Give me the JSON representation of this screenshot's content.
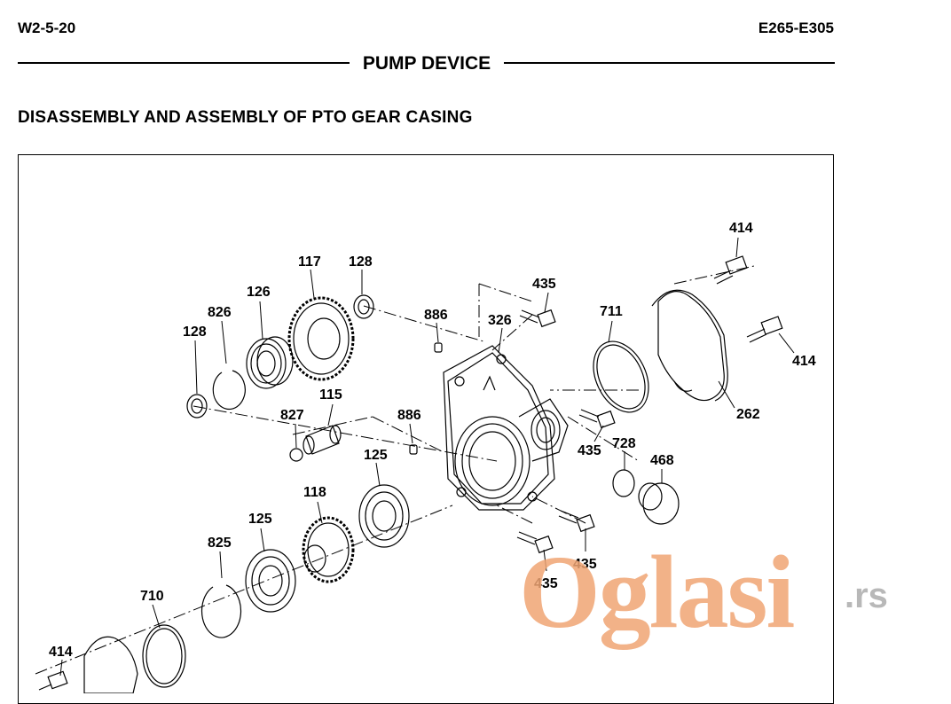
{
  "header": {
    "page_code": "W2-5-20",
    "model": "E265-E305"
  },
  "section_title": "PUMP DEVICE",
  "page_title": "DISASSEMBLY AND ASSEMBLY OF PTO GEAR CASING",
  "diagram": {
    "labels": {
      "l414a": "414",
      "l435a": "435",
      "l886a": "886",
      "l326": "326",
      "l711": "711",
      "l414b": "414",
      "l262": "262",
      "l117": "117",
      "l128a": "128",
      "l126": "126",
      "l826": "826",
      "l128b": "128",
      "l115": "115",
      "l827": "827",
      "l886b": "886",
      "l435b": "435",
      "l728": "728",
      "l468": "468",
      "l125a": "125",
      "l118": "118",
      "l125b": "125",
      "l825": "825",
      "l710": "710",
      "l414c": "414",
      "l435c": "435",
      "l435d": "435"
    }
  },
  "watermark": {
    "text": "Oglasi",
    "suffix": ".rs",
    "color": "#f0a574"
  }
}
